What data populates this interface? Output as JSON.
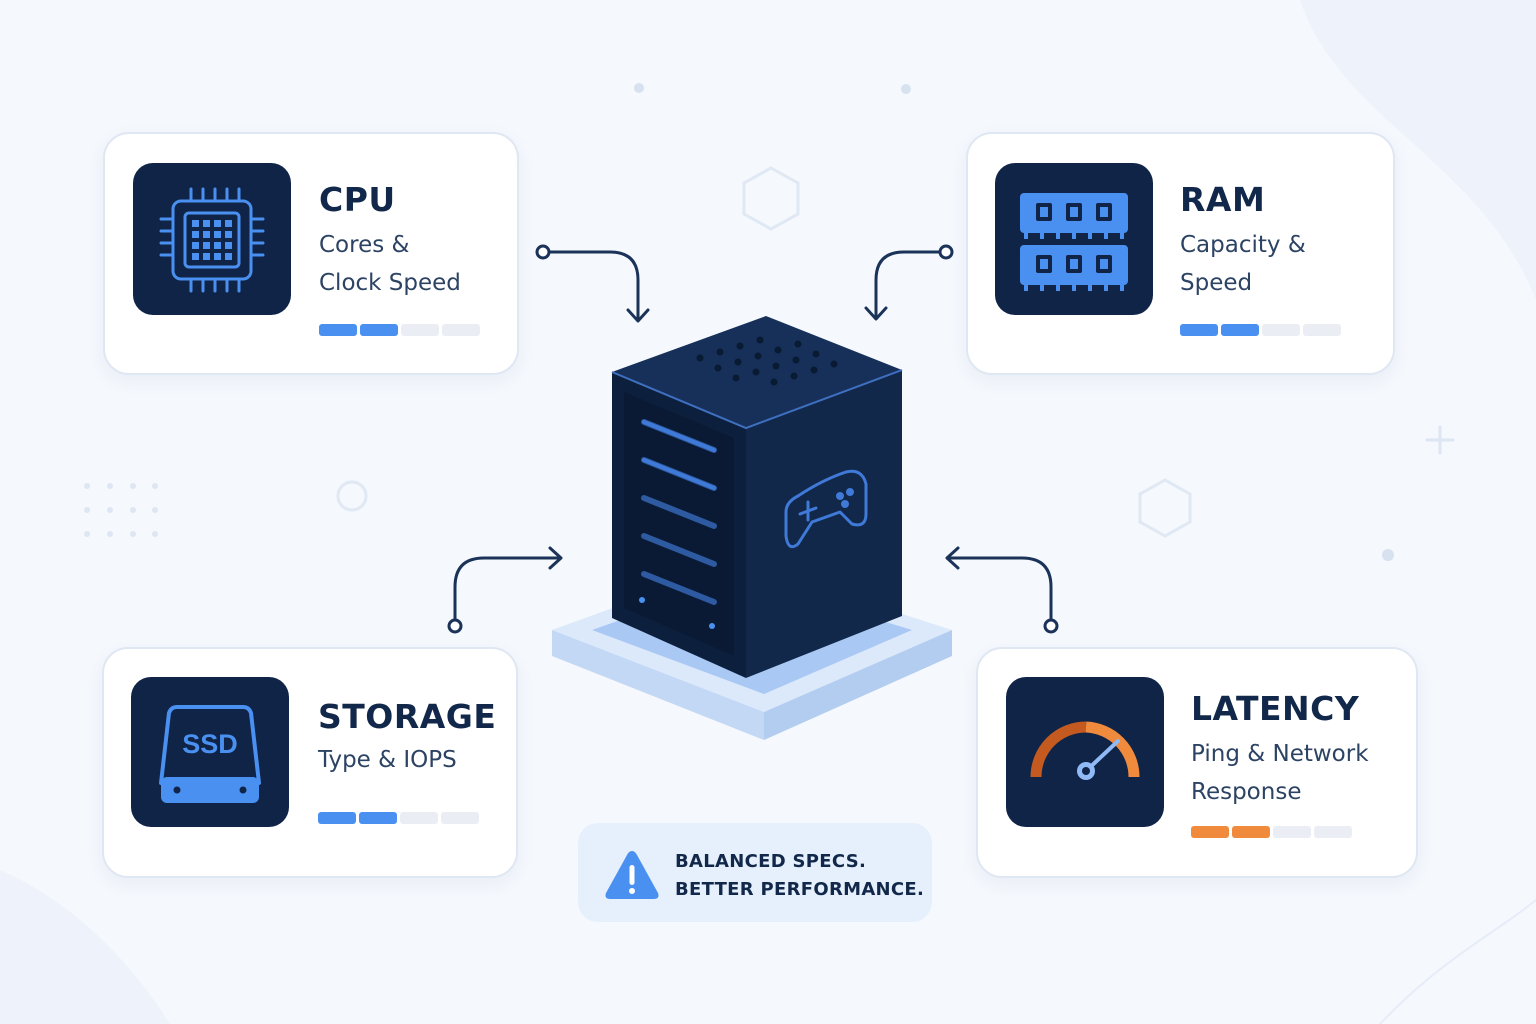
{
  "cards": [
    {
      "title": "CPU",
      "description": "Cores & Clock Speed",
      "icon": "cpu-chip-icon",
      "meter_level": 0.5,
      "meter_color": "#4a90f0"
    },
    {
      "title": "RAM",
      "description": "Capacity & Speed",
      "icon": "ram-module-icon",
      "meter_level": 0.5,
      "meter_color": "#4a90f0"
    },
    {
      "title": "STORAGE",
      "description": "Type & IOPS",
      "icon": "ssd-drive-icon",
      "icon_label": "SSD",
      "meter_level": 0.5,
      "meter_color": "#4a90f0"
    },
    {
      "title": "LATENCY",
      "description": "Ping & Network Response",
      "icon": "speedometer-gauge-icon",
      "meter_level": 0.5,
      "meter_color": "#f08a3c"
    }
  ],
  "center": {
    "icon": "gaming-server-icon",
    "badge_icon": "gamepad-icon"
  },
  "callout": {
    "icon": "warning-triangle-icon",
    "line1": "BALANCED SPECS.",
    "line2": "BETTER PERFORMANCE."
  },
  "colors": {
    "navy": "#0f2447",
    "accent_blue": "#4a90f0",
    "accent_orange": "#f08a3c",
    "background": "#f5f8fd"
  }
}
